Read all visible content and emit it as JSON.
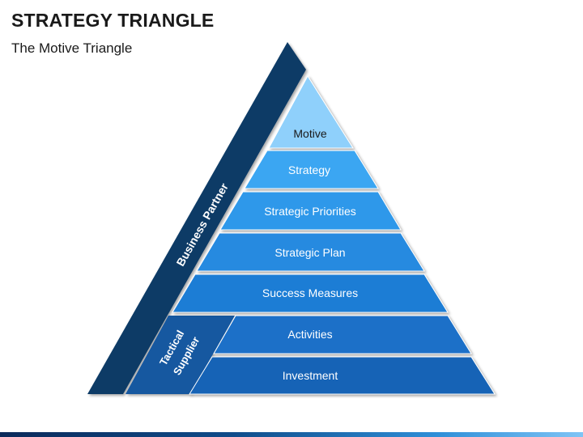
{
  "slide": {
    "title": "STRATEGY TRIANGLE",
    "subtitle": "The Motive Triangle"
  },
  "side_labels": {
    "business_partner": "Business Partner",
    "tactical_supplier_line1": "Tactical",
    "tactical_supplier_line2": "Supplier"
  },
  "levels": [
    {
      "label": "Motive",
      "color": "#8fd0fb",
      "text_color": "#1a1a1a"
    },
    {
      "label": "Strategy",
      "color": "#3aa6f2",
      "text_color": "#ffffff"
    },
    {
      "label": "Strategic Priorities",
      "color": "#2f98ea",
      "text_color": "#ffffff"
    },
    {
      "label": "Strategic Plan",
      "color": "#278ae0",
      "text_color": "#ffffff"
    },
    {
      "label": "Success Measures",
      "color": "#1f7dd5",
      "text_color": "#ffffff"
    },
    {
      "label": "Activities",
      "color": "#1a70c8",
      "text_color": "#ffffff"
    },
    {
      "label": "Investment",
      "color": "#1563b6",
      "text_color": "#ffffff"
    }
  ],
  "colors": {
    "business_partner_band": "#0e3b66",
    "tactical_supplier_band": "#1558a0"
  }
}
